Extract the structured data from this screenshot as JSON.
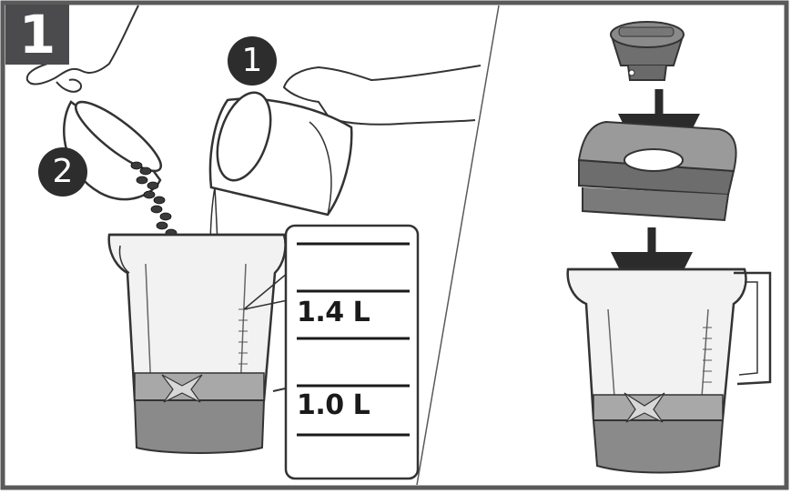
{
  "step": {
    "number": "1"
  },
  "callouts": [
    {
      "number": "1"
    },
    {
      "number": "2"
    }
  ],
  "zoom": {
    "marks": [
      {
        "label": ""
      },
      {
        "label": "1.4 L"
      },
      {
        "label": ""
      },
      {
        "label": "1.0 L"
      },
      {
        "label": ""
      }
    ]
  },
  "colors": {
    "frame": "#5a5a5a",
    "badge": "#4b4b4d",
    "line": "#333333",
    "jar_fill": "#f2f2f2",
    "base": "#8a8a8a",
    "lid": "#7d7d7d",
    "arrow": "#2b2b2b"
  }
}
